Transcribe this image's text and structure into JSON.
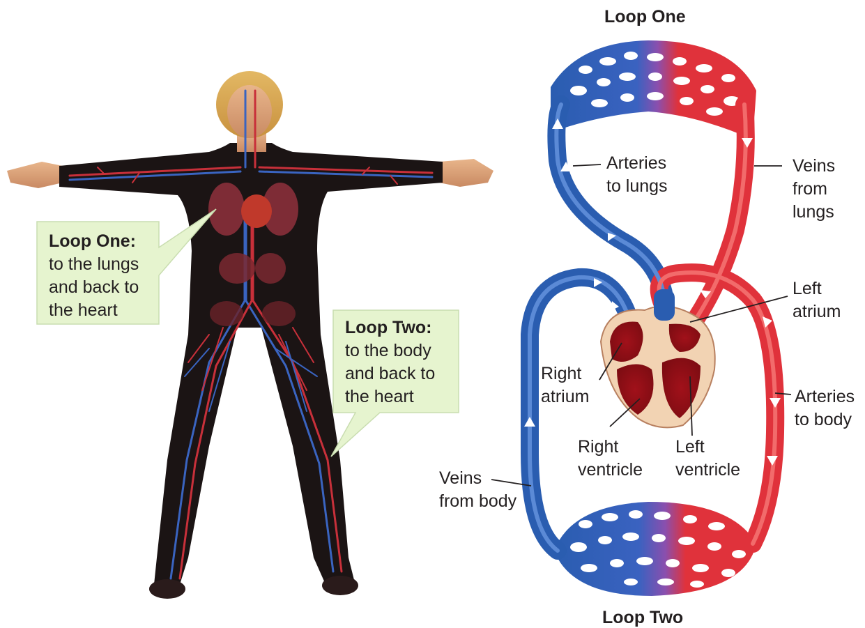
{
  "titles": {
    "top": "Loop One",
    "bottom": "Loop Two"
  },
  "callouts": {
    "loop_one": {
      "heading": "Loop One:",
      "lines": [
        "to the lungs",
        "and back to",
        "the heart"
      ]
    },
    "loop_two": {
      "heading": "Loop Two:",
      "lines": [
        "to the body",
        "and back to",
        "the heart"
      ]
    }
  },
  "labels": {
    "arteries_to_lungs": [
      "Arteries",
      "to lungs"
    ],
    "veins_from_lungs": [
      "Veins",
      "from",
      "lungs"
    ],
    "left_atrium": [
      "Left",
      "atrium"
    ],
    "right_atrium": [
      "Right",
      "atrium"
    ],
    "arteries_to_body": [
      "Arteries",
      "to body"
    ],
    "right_ventricle": [
      "Right",
      "ventricle"
    ],
    "left_ventricle": [
      "Left",
      "ventricle"
    ],
    "veins_from_body": [
      "Veins",
      "from body"
    ]
  },
  "colors": {
    "vein_blue": "#2a5db0",
    "artery_red": "#e0323b",
    "callout_fill": "#e6f4cf",
    "body_black": "#1b1414"
  }
}
